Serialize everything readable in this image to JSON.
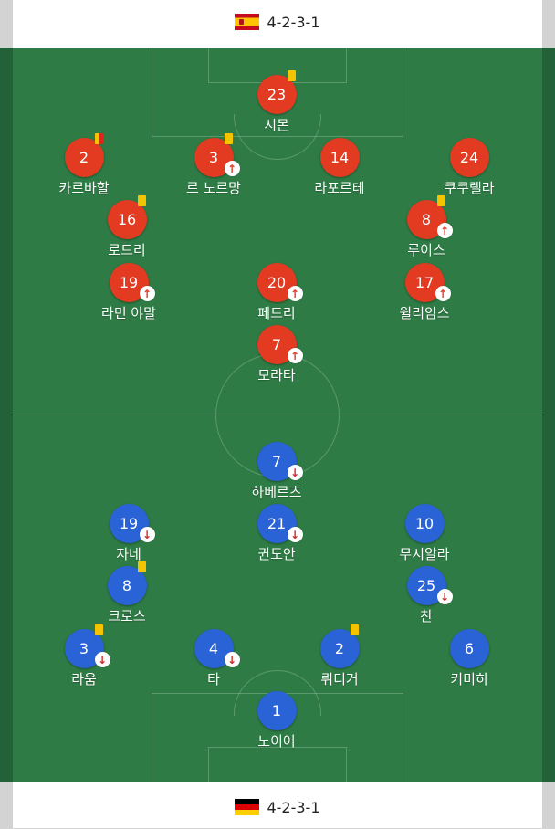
{
  "home": {
    "formation": "4-2-3-1",
    "flag_icon": "spain-flag-icon",
    "color": "#e33b22",
    "players": [
      {
        "number": "23",
        "name": "시몬",
        "card": "yellow",
        "sub": ""
      },
      {
        "number": "2",
        "name": "카르바할",
        "card": "yellow-red",
        "sub": ""
      },
      {
        "number": "3",
        "name": "르 노르망",
        "card": "yellow",
        "sub": "in"
      },
      {
        "number": "14",
        "name": "라포르테",
        "card": "",
        "sub": ""
      },
      {
        "number": "24",
        "name": "쿠쿠렐라",
        "card": "",
        "sub": ""
      },
      {
        "number": "16",
        "name": "로드리",
        "card": "yellow",
        "sub": ""
      },
      {
        "number": "8",
        "name": "루이스",
        "card": "yellow",
        "sub": "in"
      },
      {
        "number": "19",
        "name": "라민 야말",
        "card": "",
        "sub": "in"
      },
      {
        "number": "20",
        "name": "페드리",
        "card": "",
        "sub": "in"
      },
      {
        "number": "17",
        "name": "윌리암스",
        "card": "",
        "sub": "in"
      },
      {
        "number": "7",
        "name": "모라타",
        "card": "",
        "sub": "in"
      }
    ]
  },
  "away": {
    "formation": "4-2-3-1",
    "flag_icon": "germany-flag-icon",
    "color": "#2a63d6",
    "players": [
      {
        "number": "7",
        "name": "하베르츠",
        "card": "",
        "sub": "out"
      },
      {
        "number": "19",
        "name": "자네",
        "card": "",
        "sub": "out"
      },
      {
        "number": "21",
        "name": "귄도안",
        "card": "",
        "sub": "out"
      },
      {
        "number": "10",
        "name": "무시알라",
        "card": "",
        "sub": ""
      },
      {
        "number": "8",
        "name": "크로스",
        "card": "yellow",
        "sub": ""
      },
      {
        "number": "25",
        "name": "찬",
        "card": "",
        "sub": "out"
      },
      {
        "number": "3",
        "name": "라움",
        "card": "yellow",
        "sub": "out"
      },
      {
        "number": "4",
        "name": "타",
        "card": "",
        "sub": "out"
      },
      {
        "number": "2",
        "name": "뤼디거",
        "card": "yellow",
        "sub": ""
      },
      {
        "number": "6",
        "name": "키미히",
        "card": "",
        "sub": ""
      },
      {
        "number": "1",
        "name": "노이어",
        "card": "",
        "sub": ""
      }
    ]
  },
  "icons": {
    "sub_in": "↑",
    "sub_out": "↓"
  }
}
